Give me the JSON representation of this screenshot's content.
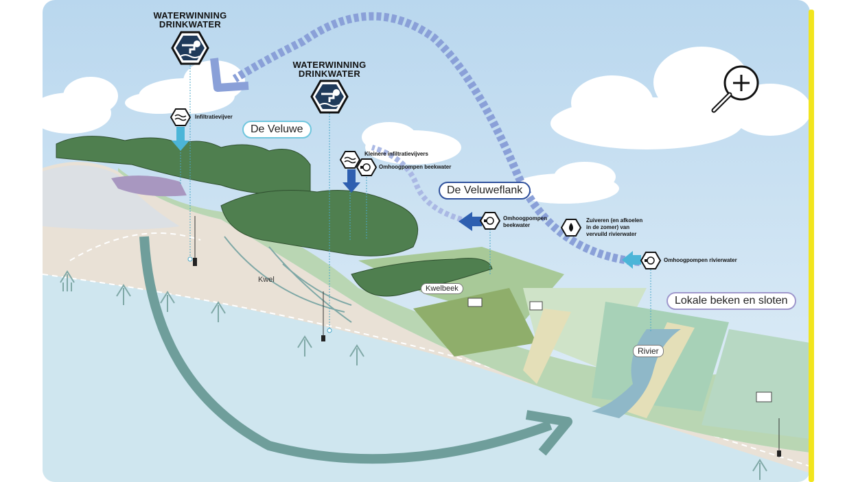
{
  "labels": {
    "waterwinning_1": "WATERWINNING\nDRINKWATER",
    "waterwinning_2": "WATERWINNING\nDRINKWATER",
    "infiltratievijver": "Infiltratievijver",
    "kleinere_infiltratievijvers": "Kleinere infiltratievijvers",
    "omhoogpompen_beekwater_1": "Omhoogpompen beekwater",
    "omhoogpompen_beekwater_2": "Omhoogpompen\nbeekwater",
    "zuiveren": "Zuiveren (en afkoelen\nin de zomer) van\nvervuild rivierwater",
    "omhoogpompen_rivierwater": "Omhoogpompen rivierwater",
    "kwel": "Kwel"
  },
  "regions": {
    "de_veluwe": "De Veluwe",
    "de_veluweflank": "De Veluweflank",
    "lokale_beken": "Lokale beken en sloten",
    "kwelbeek": "Kwelbeek",
    "rivier": "Rivier"
  },
  "icons": {
    "zoom": "zoom-in-magnifier-icon",
    "drinkwater": "tap-water-hexagon-icon",
    "infiltration": "water-waves-hexagon-icon",
    "pump": "pump-hexagon-icon",
    "purify": "water-drop-hexagon-icon"
  },
  "colors": {
    "sky": "#cfe4f3",
    "groundwater": "#cfe6ef",
    "sand": "#e9e1d6",
    "forest": "#4f7f4f",
    "arrow_teal": "#6f9e9b",
    "arrow_blue": "#7f8fd0",
    "accent_yellow": "#f2e51d"
  }
}
